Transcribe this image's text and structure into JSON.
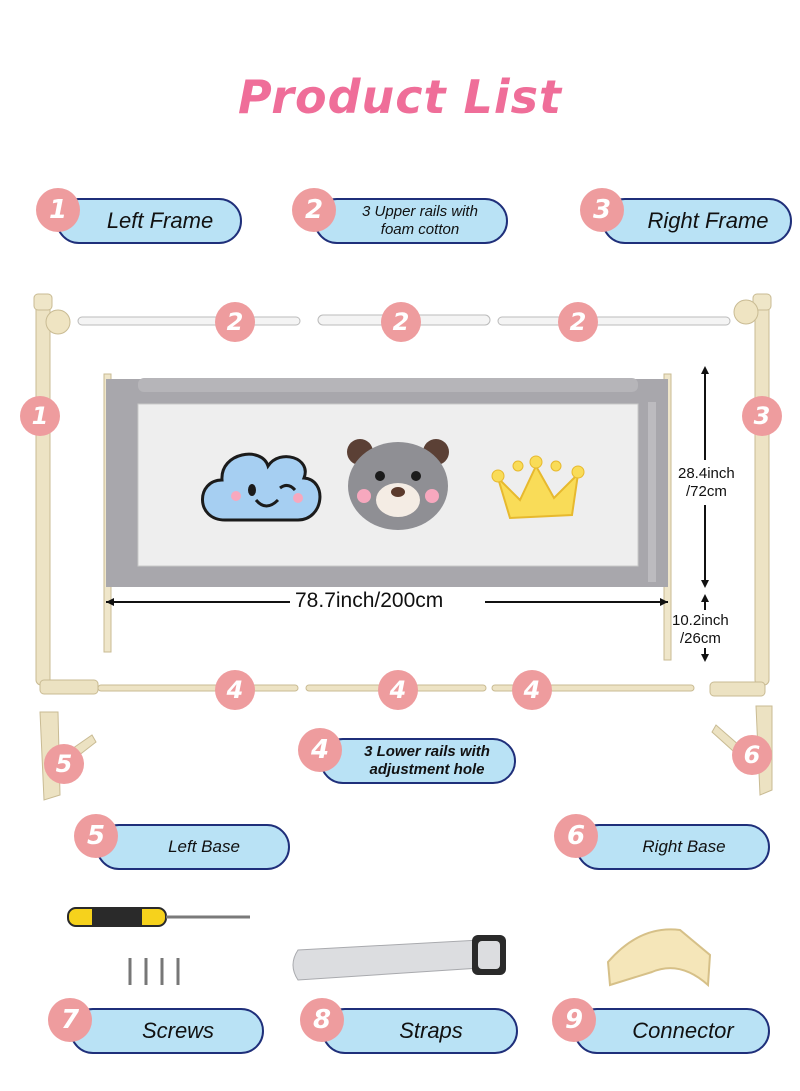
{
  "title": "Product List",
  "parts": [
    {
      "num": "1",
      "label": "Left Frame"
    },
    {
      "num": "2",
      "label": "3 Upper rails with foam cotton"
    },
    {
      "num": "3",
      "label": "Right Frame"
    },
    {
      "num": "4",
      "label": "3 Lower rails with adjustment hole"
    },
    {
      "num": "5",
      "label": "Left Base"
    },
    {
      "num": "6",
      "label": "Right Base"
    },
    {
      "num": "7",
      "label": "Screws"
    },
    {
      "num": "8",
      "label": "Straps"
    },
    {
      "num": "9",
      "label": "Connector"
    }
  ],
  "dimensions": {
    "width": "78.7inch/200cm",
    "height_1": "28.4inch",
    "height_2": "/72cm",
    "leg_1": "10.2inch",
    "leg_2": "/26cm"
  },
  "colors": {
    "title": "#ef6e99",
    "badge": "#ee9c9e",
    "pill_fill": "#b9e2f5",
    "pill_border": "#1f2f7a",
    "frame": "#ede3c4",
    "fabric": "#a8a7ac"
  },
  "icons": [
    "cloud-face-icon",
    "bear-face-icon",
    "crown-icon",
    "screwdriver-icon",
    "screw-icon",
    "strap-icon",
    "connector-icon"
  ]
}
